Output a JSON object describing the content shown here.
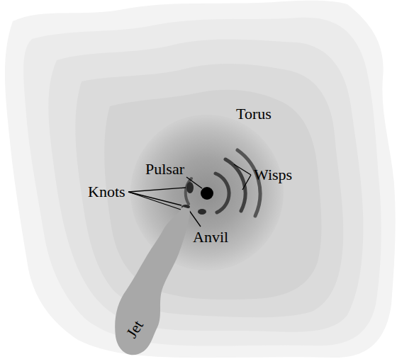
{
  "diagram": {
    "nodes": [
      {
        "text": [
          "Jet"
        ]
      }
    ],
    "labels": [
      "Torus",
      "Pulsar",
      "Wisps",
      "Knots",
      "Anvil"
    ]
  }
}
